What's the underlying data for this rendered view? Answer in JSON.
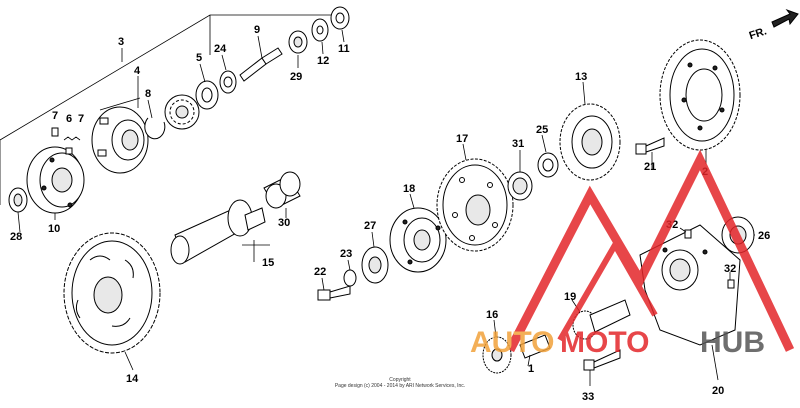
{
  "diagram": {
    "callouts": [
      {
        "id": "c1",
        "label": "1"
      },
      {
        "id": "c2",
        "label": "2"
      },
      {
        "id": "c3",
        "label": "3"
      },
      {
        "id": "c4",
        "label": "4"
      },
      {
        "id": "c5",
        "label": "5"
      },
      {
        "id": "c6",
        "label": "6"
      },
      {
        "id": "c7a",
        "label": "7"
      },
      {
        "id": "c7b",
        "label": "7"
      },
      {
        "id": "c8",
        "label": "8"
      },
      {
        "id": "c9",
        "label": "9"
      },
      {
        "id": "c10",
        "label": "10"
      },
      {
        "id": "c11",
        "label": "11"
      },
      {
        "id": "c12",
        "label": "12"
      },
      {
        "id": "c13",
        "label": "13"
      },
      {
        "id": "c14",
        "label": "14"
      },
      {
        "id": "c15",
        "label": "15"
      },
      {
        "id": "c16",
        "label": "16"
      },
      {
        "id": "c17",
        "label": "17"
      },
      {
        "id": "c18",
        "label": "18"
      },
      {
        "id": "c19",
        "label": "19"
      },
      {
        "id": "c20",
        "label": "20"
      },
      {
        "id": "c21",
        "label": "21"
      },
      {
        "id": "c22",
        "label": "22"
      },
      {
        "id": "c23",
        "label": "23"
      },
      {
        "id": "c24",
        "label": "24"
      },
      {
        "id": "c25",
        "label": "25"
      },
      {
        "id": "c26",
        "label": "26"
      },
      {
        "id": "c27",
        "label": "27"
      },
      {
        "id": "c28",
        "label": "28"
      },
      {
        "id": "c29",
        "label": "29"
      },
      {
        "id": "c30",
        "label": "30"
      },
      {
        "id": "c31",
        "label": "31"
      },
      {
        "id": "c32a",
        "label": "32"
      },
      {
        "id": "c32b",
        "label": "32"
      },
      {
        "id": "c33",
        "label": "33"
      }
    ],
    "direction_label": "FR.",
    "footer": {
      "line1": "Copyright",
      "line2": "Page design (c) 2004 - 2014 by ARI Network Services, Inc."
    },
    "watermark": {
      "text_a": "AUTO",
      "text_b": "MOTO",
      "text_c": "HUB",
      "color_red": "#e3262a",
      "color_orange": "#f2a23a",
      "color_gray": "#555555"
    }
  }
}
